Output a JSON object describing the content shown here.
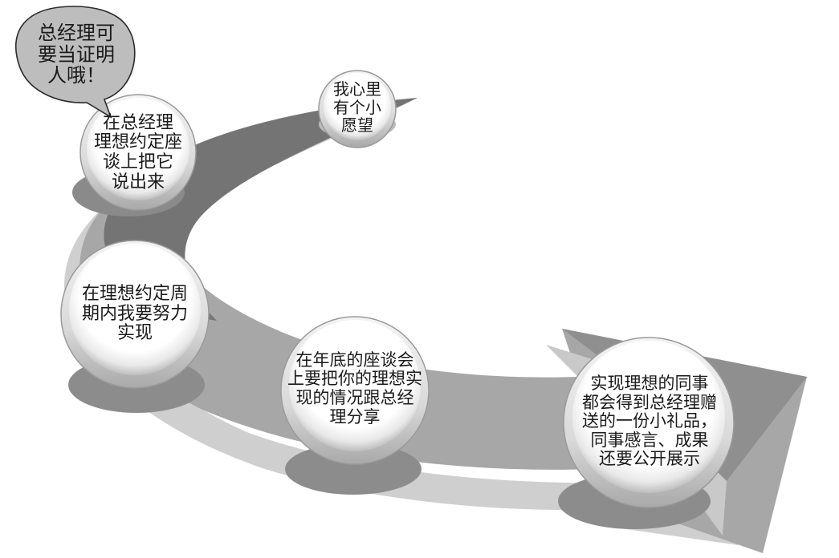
{
  "diagram": {
    "type": "process-flow",
    "description": "Curved arrow path with five circular steps",
    "colors": {
      "arrow_dark": "#6e6e6e",
      "arrow_mid": "#9a9a9a",
      "arrow_light": "#c4c4c4",
      "circle_fill": "#ffffff",
      "circle_rim": "#d6d6d6",
      "bubble_fill": "#b9b9b9",
      "text": "#1a1a1a"
    },
    "speech_bubble": {
      "text": "总经理可\n要当证明\n人哦！"
    },
    "steps": [
      {
        "order": 1,
        "text": "我心里\n有个小\n愿望"
      },
      {
        "order": 2,
        "text": "在总经理\n理想约定座\n谈上把它\n说出来"
      },
      {
        "order": 3,
        "text": "在理想约定周\n期内我要努力\n实现"
      },
      {
        "order": 4,
        "text": "在年底的座谈会\n上要把你的理想实\n现的情况跟总经\n理分享"
      },
      {
        "order": 5,
        "text": "实现理想的同事\n都会得到总经理赠\n送的一份小礼品，\n同事感言、成果\n还要公开展示"
      }
    ]
  }
}
